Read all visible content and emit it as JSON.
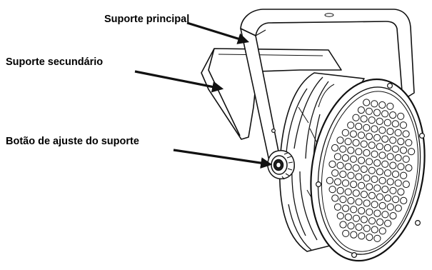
{
  "figure": {
    "subject": "LED PAR light fixture with mounting brackets",
    "labels": {
      "main_bracket": "Suporte principal",
      "secondary_bracket": "Suporte secundário",
      "adjust_knob": "Botão de ajuste do suporte"
    },
    "colors": {
      "line": "#111111",
      "background": "#ffffff",
      "text": "#000000"
    }
  }
}
